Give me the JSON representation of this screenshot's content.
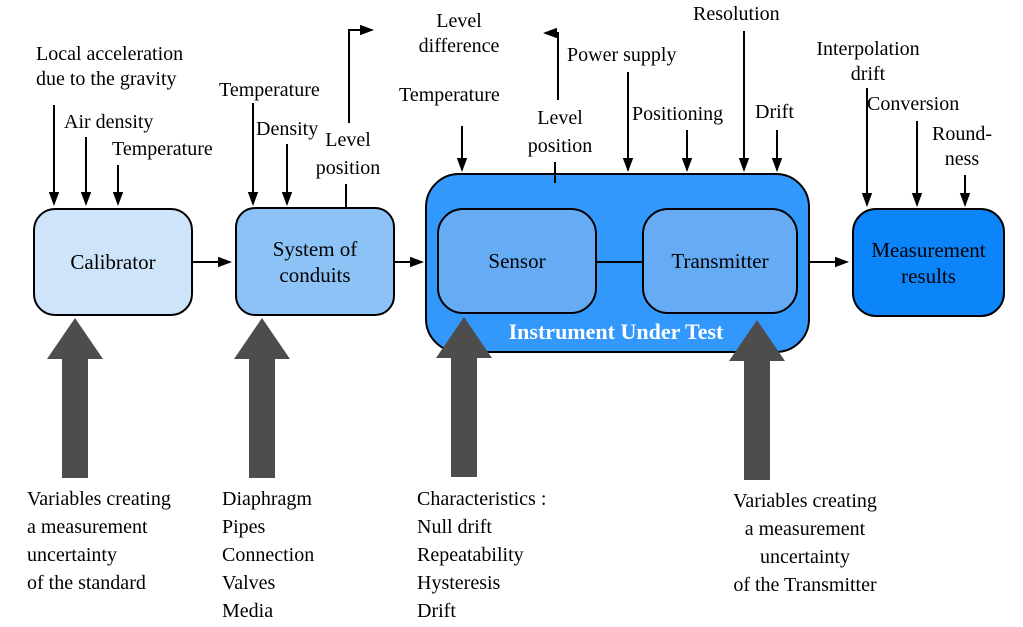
{
  "colors": {
    "calibrator_fill": "#cee4fa",
    "conduits_fill": "#8cc2f5",
    "instrument_under_test_fill": "#3398fc",
    "sensor_transmitter_fill": "#66acf5",
    "measurement_results_fill": "#0c85fa",
    "outline": "#000000",
    "thick_arrow_gray": "#4d4d4d",
    "iut_label_color": "#ffffff"
  },
  "boxes": {
    "calibrator": {
      "label": "Calibrator"
    },
    "system_of_conduits": {
      "label": "System of\nconduits"
    },
    "sensor": {
      "label": "Sensor"
    },
    "transmitter": {
      "label": "Transmitter"
    },
    "instrument_under_test": {
      "label": "Instrument Under Test"
    },
    "measurement_results": {
      "label": "Measurement\nresults"
    }
  },
  "labels": {
    "local_acceleration": "Local acceleration\ndue to the gravity",
    "air_density": "Air density",
    "temperature_calibrator": "Temperature",
    "temperature_conduits": "Temperature",
    "density": "Density",
    "level_position_conduits": "Level\nposition",
    "level_difference": "Level\ndifference",
    "temperature_iut": "Temperature",
    "level_position_iut": "Level\nposition",
    "power_supply": "Power supply",
    "positioning": "Positioning",
    "resolution": "Resolution",
    "drift": "Drift",
    "interpolation_drift": "Interpolation\ndrift",
    "conversion": "Conversion",
    "roundness": "Round-\nness"
  },
  "notes": {
    "standard_uncertainty": "Variables creating\na measurement\nuncertainty\nof the standard",
    "conduit_components": "Diaphragm\nPipes\nConnection\nValves\nMedia",
    "sensor_characteristics": "Characteristics :\nNull drift\nRepeatability\nHysteresis\nDrift",
    "transmitter_uncertainty": "Variables creating\na measurement\nuncertainty\nof the Transmitter"
  }
}
